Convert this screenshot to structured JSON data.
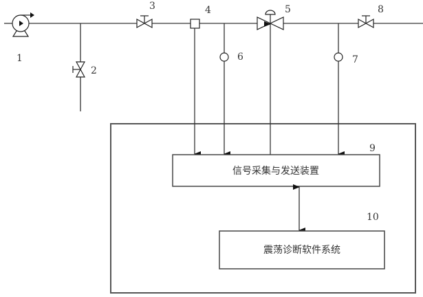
{
  "diagram": {
    "title": "",
    "components": [
      {
        "id": "1",
        "label": "1",
        "type": "pump"
      },
      {
        "id": "2",
        "label": "2",
        "type": "manual-valve"
      },
      {
        "id": "3",
        "label": "3",
        "type": "manual-valve"
      },
      {
        "id": "4",
        "label": "4",
        "type": "sensor-square"
      },
      {
        "id": "5",
        "label": "5",
        "type": "control-valve"
      },
      {
        "id": "6",
        "label": "6",
        "type": "sensor-circle"
      },
      {
        "id": "7",
        "label": "7",
        "type": "sensor-circle"
      },
      {
        "id": "8",
        "label": "8",
        "type": "manual-valve"
      },
      {
        "id": "9",
        "label": "9",
        "type": "block",
        "text": "信号采集与发送装置"
      },
      {
        "id": "10",
        "label": "10",
        "type": "block",
        "text": "震荡诊断软件系统"
      }
    ],
    "connections": [
      {
        "from": "4",
        "to": "9",
        "direction": "down"
      },
      {
        "from": "6",
        "to": "9",
        "direction": "down"
      },
      {
        "from": "7",
        "to": "9",
        "direction": "down"
      },
      {
        "from": "9",
        "to": "5",
        "direction": "up"
      },
      {
        "from": "9",
        "to": "10",
        "direction": "bidirectional"
      }
    ]
  }
}
